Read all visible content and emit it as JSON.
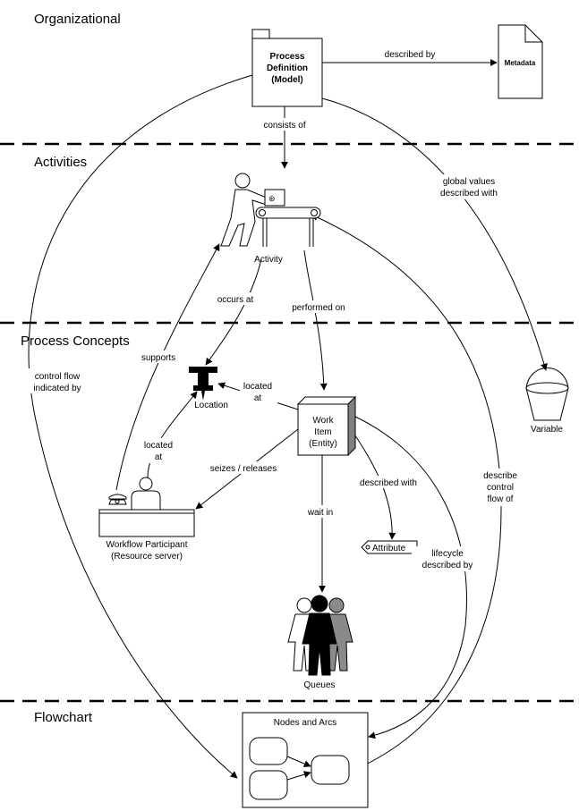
{
  "sections": {
    "organizational": "Organizational",
    "activities": "Activities",
    "process_concepts": "Process Concepts",
    "flowchart": "Flowchart"
  },
  "nodes": {
    "process_definition": [
      "Process",
      "Definition",
      "(Model)"
    ],
    "metadata": "Metadata",
    "activity": "Activity",
    "location": "Location",
    "work_item": [
      "Work",
      "Item",
      "(Entity)"
    ],
    "variable": "Variable",
    "workflow_participant": [
      "Workflow Participant",
      "(Resource server)"
    ],
    "attribute": "Attribute",
    "queues": "Queues",
    "nodes_and_arcs": "Nodes and Arcs"
  },
  "edges": {
    "described_by": "described by",
    "consists_of": "consists of",
    "global_values": [
      "global values",
      "described with"
    ],
    "occurs_at": "occurs at",
    "performed_on": "performed on",
    "supports": "supports",
    "control_flow": [
      "control flow",
      "indicated by"
    ],
    "located_at_item": [
      "located",
      "at"
    ],
    "located_at_participant": [
      "located",
      "at"
    ],
    "seizes_releases": "seizes / releases",
    "wait_in": "wait in",
    "described_with": "described with",
    "describe_control": [
      "describe",
      "control",
      "flow of"
    ],
    "lifecycle": [
      "lifecycle",
      "described by"
    ]
  }
}
